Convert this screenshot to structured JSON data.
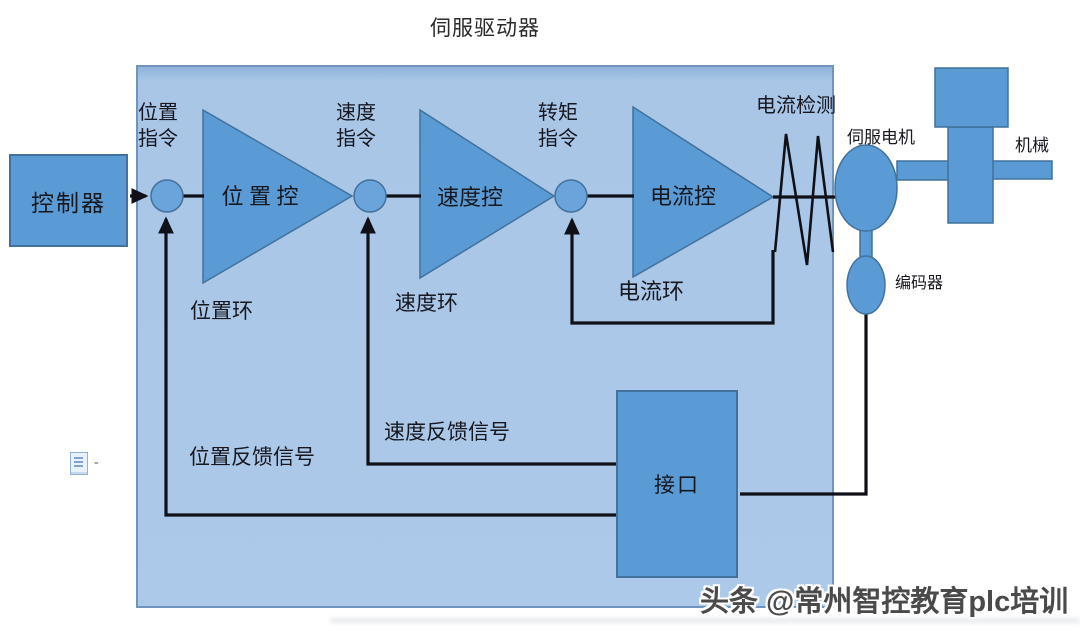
{
  "title": "伺服驱动器",
  "blocks": {
    "controller": "控制器",
    "position_ctrl": "位 置 控",
    "speed_ctrl": "速度控",
    "current_ctrl": "电流控",
    "interface": "接口"
  },
  "labels": {
    "position_cmd": "位置\n指令",
    "speed_cmd": "速度\n指令",
    "torque_cmd": "转矩\n指令",
    "position_loop": "位置环",
    "speed_loop": "速度环",
    "current_loop": "电流环",
    "current_detect": "电流检测",
    "servo_motor": "伺服电机",
    "machine": "机械",
    "encoder": "编码器",
    "speed_feedback": "速度反馈信号",
    "position_feedback": "位置反馈信号"
  },
  "watermark": "头条 @常州智控教育plc培训",
  "side_icon": {
    "dash": "-"
  },
  "colors": {
    "shape_fill": "#5b9bd5",
    "shape_border": "#41719c",
    "panel_fill": "#a9c6e7",
    "panel_border": "#6f94bd",
    "line": "#101018",
    "text": "#17171f",
    "watermark_text": "#4a4a4a"
  }
}
